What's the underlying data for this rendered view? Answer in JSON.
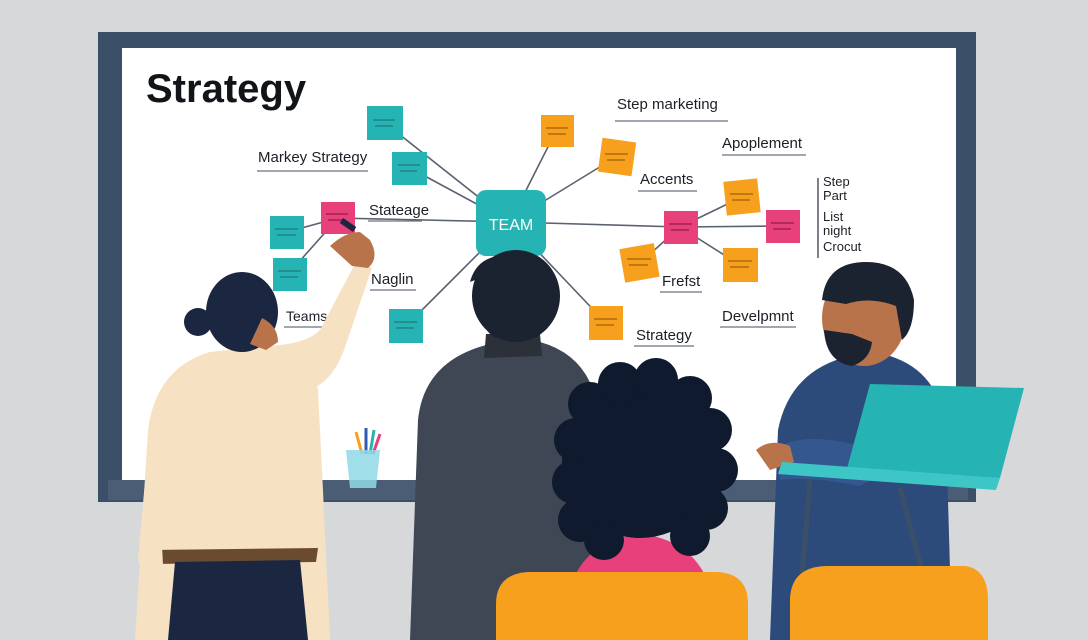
{
  "board": {
    "title": "Strategy",
    "center_node": "TEAM",
    "labels": {
      "step_marketing": "Step marketing",
      "apoliement": "Apoplement",
      "markey_strategy": "Markey Strategy",
      "accents": "Accents",
      "stateage": "Stateage",
      "naglin": "Naglin",
      "teams": "Teams",
      "frefst": "Frefst",
      "strategy_lower": "Strategy",
      "develpmnt": "Develpmnt"
    },
    "side_list": [
      "Step",
      "Part",
      "List",
      "night",
      "Crocut"
    ]
  },
  "colors": {
    "teal_note": "#26b3b3",
    "orange_note": "#f7a01e",
    "pink_note": "#e8407a",
    "board_frame": "#3b5068",
    "board_surface": "#ffffff"
  }
}
